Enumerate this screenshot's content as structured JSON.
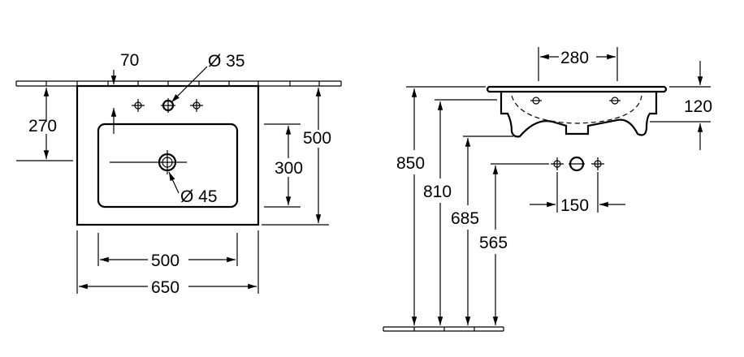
{
  "top_view": {
    "dim_tap_offset": "70",
    "dim_tap_hole": "Ø 35",
    "dim_depth_to_drain": "270",
    "dim_bowl_depth": "300",
    "dim_total_depth": "500",
    "dim_bowl_width": "500",
    "dim_total_width": "650",
    "dim_drain_hole": "Ø 45"
  },
  "side_view": {
    "dim_tap_spacing": "280",
    "dim_basin_height": "120",
    "dim_height_top": "850",
    "dim_height_rim": "810",
    "dim_height_drain": "685",
    "dim_height_supply": "565",
    "dim_supply_spacing": "150"
  }
}
